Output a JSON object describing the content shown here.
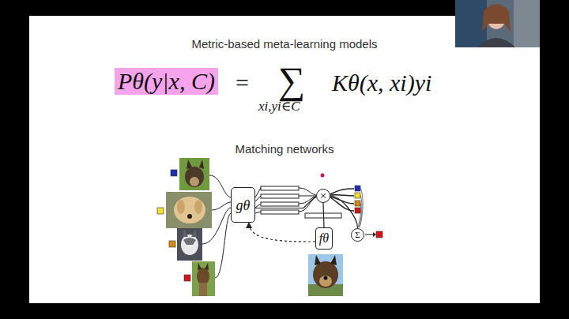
{
  "diagram": {
    "title": "Metric-based meta-learning models",
    "nodes": [
      {
        "text": [
          "gθ"
        ]
      },
      {
        "text": [
          "×"
        ]
      },
      {
        "text": [
          "fθ"
        ]
      },
      {
        "text": [
          "Σ"
        ]
      }
    ],
    "edges": [
      {
        "from": 0,
        "to": 1,
        "arrow": "none"
      },
      {
        "from": 2,
        "to": 1,
        "arrow": "none"
      },
      {
        "from": 2,
        "to": 0,
        "arrow": "to"
      },
      {
        "from": 1,
        "to": 3,
        "arrow": "none"
      }
    ],
    "labels": [
      "Pθ(y|x, C)",
      "=",
      "∑",
      "xi,yi∈C",
      "Kθ(x, xi)yi",
      "Matching networks"
    ]
  }
}
